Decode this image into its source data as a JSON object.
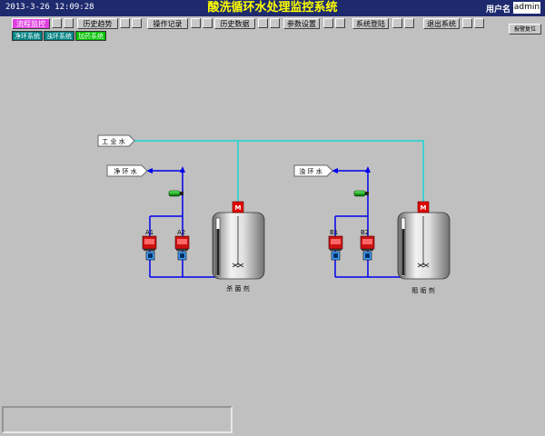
{
  "header": {
    "datetime": "2013-3-26 12:09:28",
    "title": "酸洗循环水处理监控系统",
    "user_label": "用户名",
    "user_value": "admin"
  },
  "toolbar": {
    "monitor_label": "流程监控",
    "history_trend_label": "历史趋势",
    "operation_log_label": "操作记录",
    "history_data_label": "历史数据",
    "params_label": "参数设置",
    "login_label": "系统登陆",
    "exit_label": "退出系统"
  },
  "subtabs": {
    "tab1": "净环系统",
    "tab2": "浊环系统",
    "tab3": "加药系统"
  },
  "alarm_reset_label": "报警复位",
  "diagram": {
    "industrial_water": "工 业 水",
    "clean_water": "净 环 水",
    "turbid_water": "浊 环 水",
    "tank_left_label": "杀 菌 剂",
    "tank_right_label": "阻 垢 剂",
    "pump_a1": "A1",
    "pump_a2": "A2",
    "pump_b1": "B1",
    "pump_b2": "B2",
    "motor_mark": "M"
  },
  "colors": {
    "background": "#c0c0c0",
    "title_bar": "#1e2a6e",
    "title_text": "#ffff00",
    "pipe_blue": "#0000ee",
    "pipe_cyan": "#40d0d0",
    "pump_red": "#cc1111",
    "tab_magenta": "#e040e0",
    "tab_teal": "#008080",
    "tab_green": "#00c000"
  }
}
